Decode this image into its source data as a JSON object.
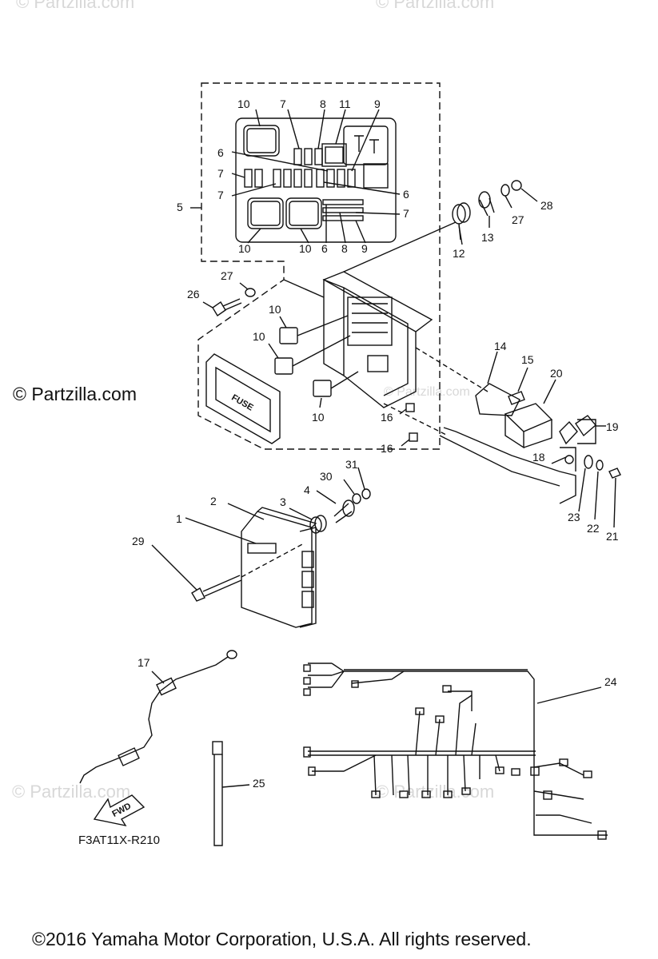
{
  "watermark": "© Partzilla.com",
  "brand_text": "© Partzilla.com",
  "diagram_code": "F3AT11X-R210",
  "fuse_label": "FUSE",
  "fwd_label": "FWD",
  "copyright": "©2016  Yamaha Motor Corporation, U.S.A. All rights reserved.",
  "callouts": [
    "10",
    "7",
    "8",
    "11",
    "9",
    "6",
    "7",
    "7",
    "6",
    "7",
    "10",
    "10",
    "6",
    "8",
    "9",
    "5",
    "28",
    "27",
    "13",
    "12",
    "27",
    "26",
    "10",
    "10",
    "10",
    "14",
    "15",
    "20",
    "19",
    "18",
    "16",
    "16",
    "23",
    "22",
    "21",
    "31",
    "30",
    "4",
    "3",
    "2",
    "1",
    "29",
    "17",
    "24",
    "25"
  ]
}
